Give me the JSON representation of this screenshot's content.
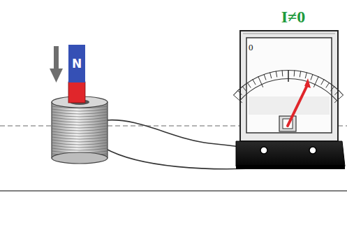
{
  "diagram": {
    "nodes": [
      {
        "text": [
          "N"
        ]
      },
      {
        "text": [
          "0"
        ]
      }
    ],
    "labels": [
      "I≠0"
    ]
  }
}
